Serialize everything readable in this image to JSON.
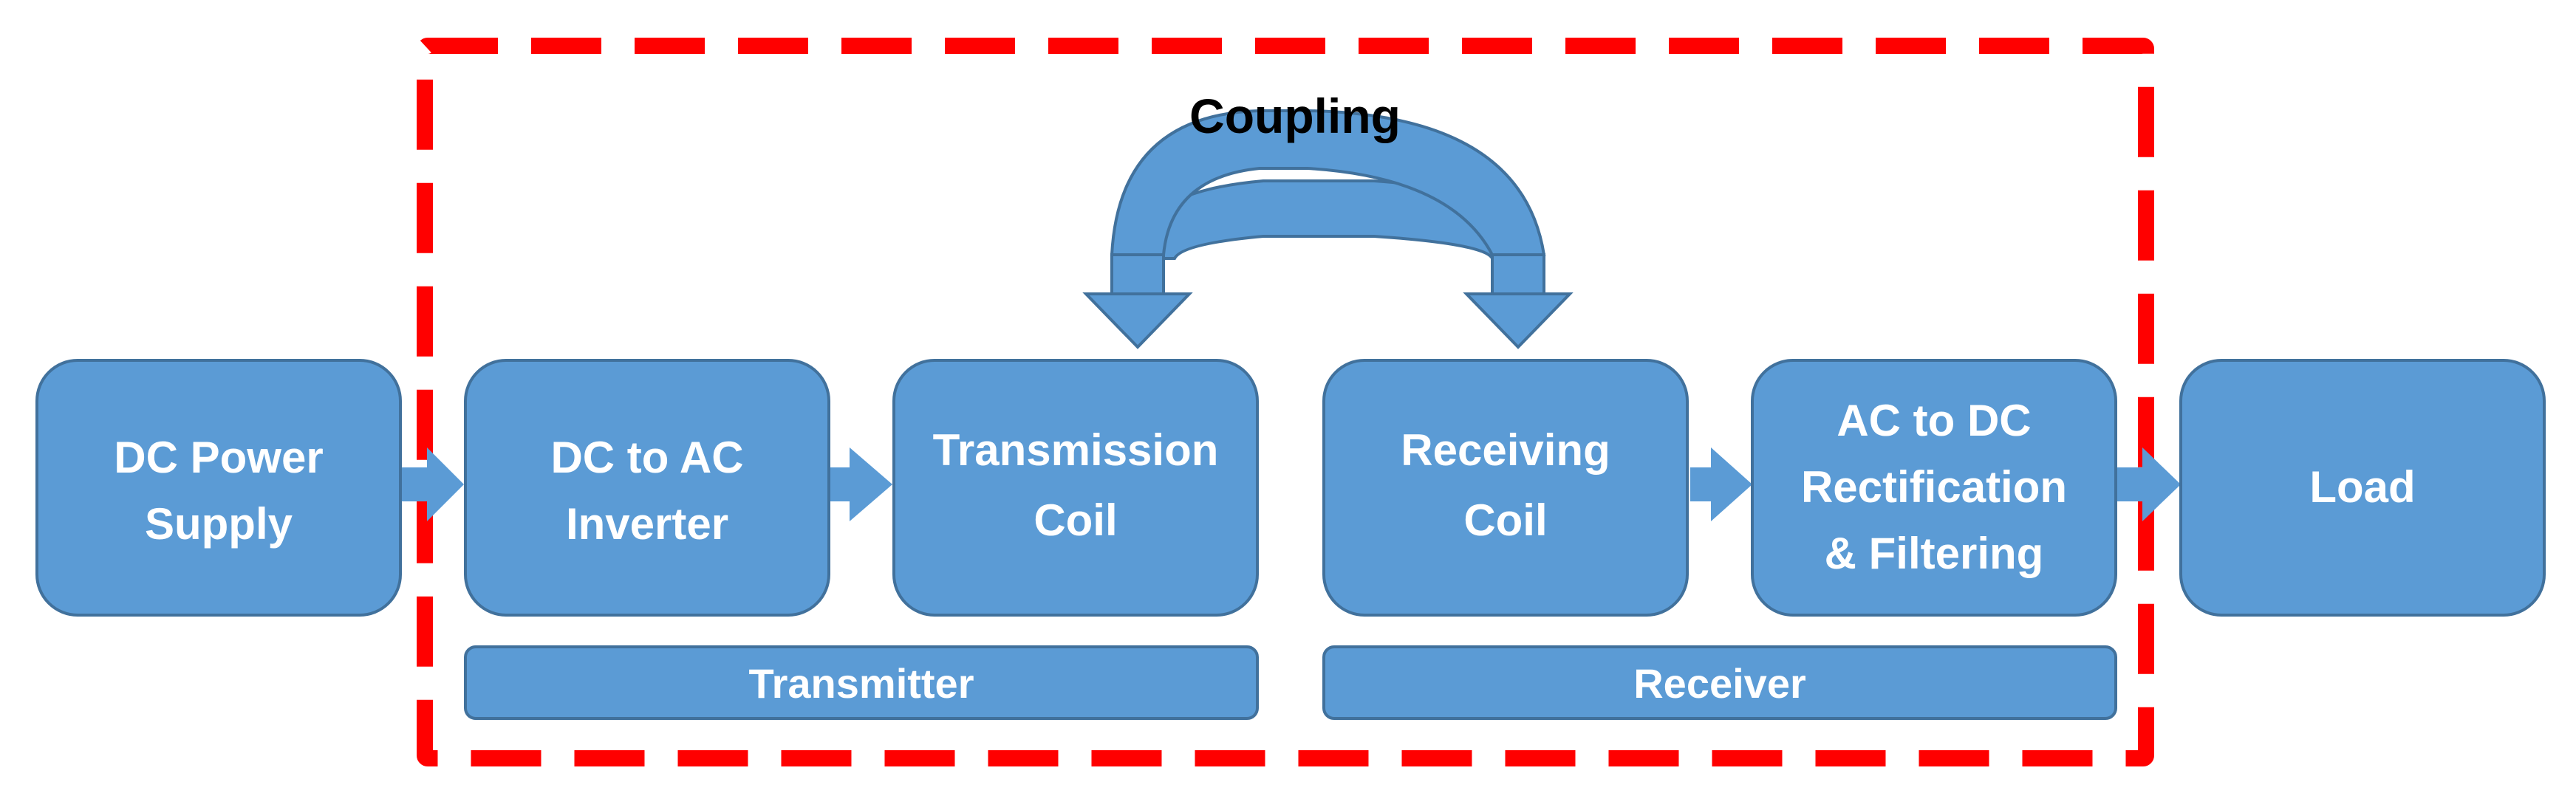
{
  "title": "Coupling",
  "blocks": {
    "dc_power_supply": [
      "DC Power",
      "Supply"
    ],
    "dc_to_ac_inverter": [
      "DC to AC",
      "Inverter"
    ],
    "transmission_coil": [
      "Transmission",
      "Coil"
    ],
    "receiving_coil": [
      "Receiving",
      "Coil"
    ],
    "ac_to_dc": [
      "AC to DC",
      "Rectification",
      "& Filtering"
    ],
    "load": [
      "Load"
    ]
  },
  "groups": {
    "transmitter": "Transmitter",
    "receiver": "Receiver"
  },
  "colors": {
    "block_fill": "#5b9bd5",
    "block_stroke": "#41719c",
    "boundary": "#ff0000",
    "text": "#ffffff",
    "title": "#000000"
  }
}
